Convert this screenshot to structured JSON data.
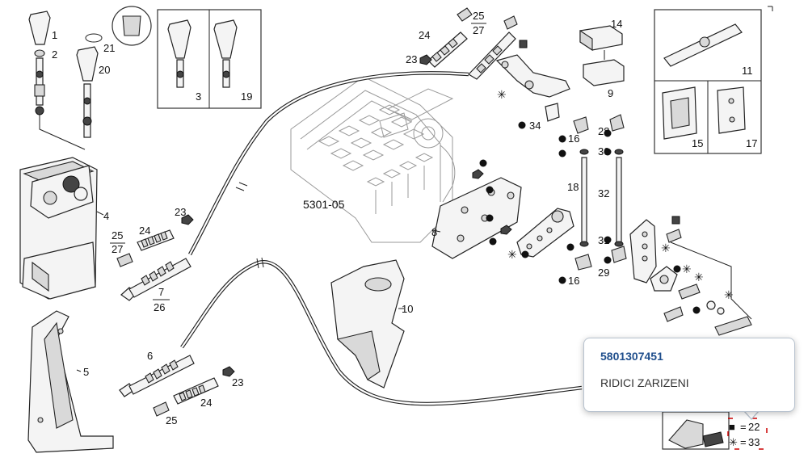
{
  "diagram": {
    "center_label": "5301-05",
    "callouts": {
      "c1": "1",
      "c2": "2",
      "c3": "3",
      "c4": "4",
      "c5": "5",
      "c6": "6",
      "c7_top": "7",
      "c7_bottom": "26",
      "c8": "8",
      "c9": "9",
      "c10": "10",
      "c11": "11",
      "c14": "14",
      "c15": "15",
      "c16a": "16",
      "c16b": "16",
      "c17": "17",
      "c18": "18",
      "c19": "19",
      "c20": "20",
      "c21": "21",
      "c23a": "23",
      "c23b": "23",
      "c23c": "23",
      "c24a": "24",
      "c24b": "24",
      "c24c": "24",
      "c25_27a_top": "25",
      "c25_27a_bottom": "27",
      "c25_27b_top": "25",
      "c25_27b_bottom": "27",
      "c25c": "25",
      "c28": "28",
      "c29": "29",
      "c30": "30",
      "c31": "31",
      "c32": "32",
      "c34": "34"
    },
    "legend": {
      "square_code": "22",
      "asterisk_code": "33",
      "square_symbol": "■",
      "asterisk_symbol": "✳",
      "equals": "="
    }
  },
  "tooltip": {
    "part_number": "5801307451",
    "description": "RIDICI ZARIZENI"
  },
  "colors": {
    "tooltip_border": "#b8c3cf",
    "part_number": "#1f4e8c",
    "legend_marker": "#cc0000"
  }
}
